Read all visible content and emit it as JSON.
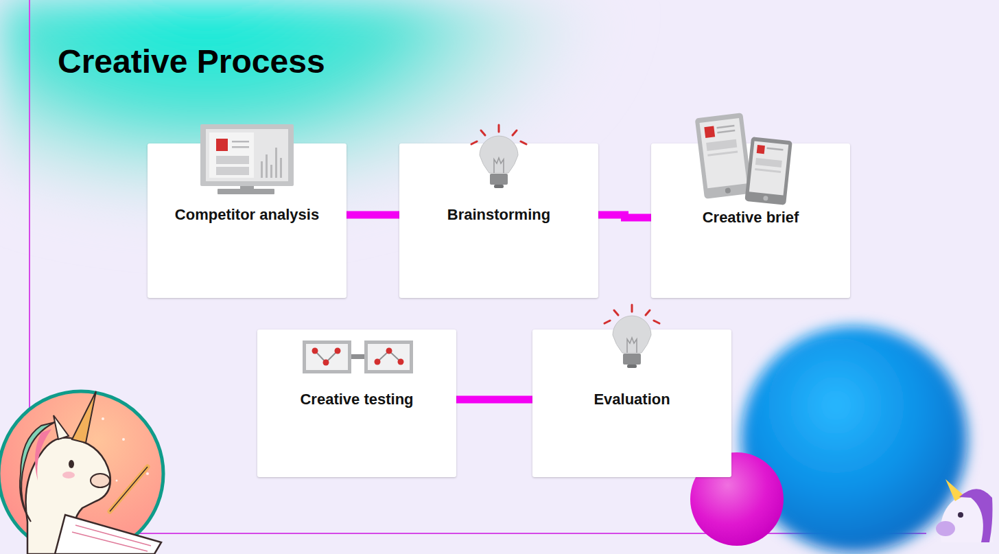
{
  "diagram": {
    "title": "Creative Process",
    "nodes": [
      {
        "text": [
          "Competitor analysis"
        ]
      },
      {
        "text": [
          "Brainstorming"
        ]
      },
      {
        "text": [
          "Creative brief"
        ]
      },
      {
        "text": [
          "Creative testing"
        ]
      },
      {
        "text": [
          "Evaluation"
        ]
      }
    ],
    "edges": [
      {
        "from": 0,
        "to": 1,
        "arrow": "none"
      },
      {
        "from": 1,
        "to": 2,
        "arrow": "none"
      },
      {
        "from": 3,
        "to": 4,
        "arrow": "none"
      }
    ]
  }
}
